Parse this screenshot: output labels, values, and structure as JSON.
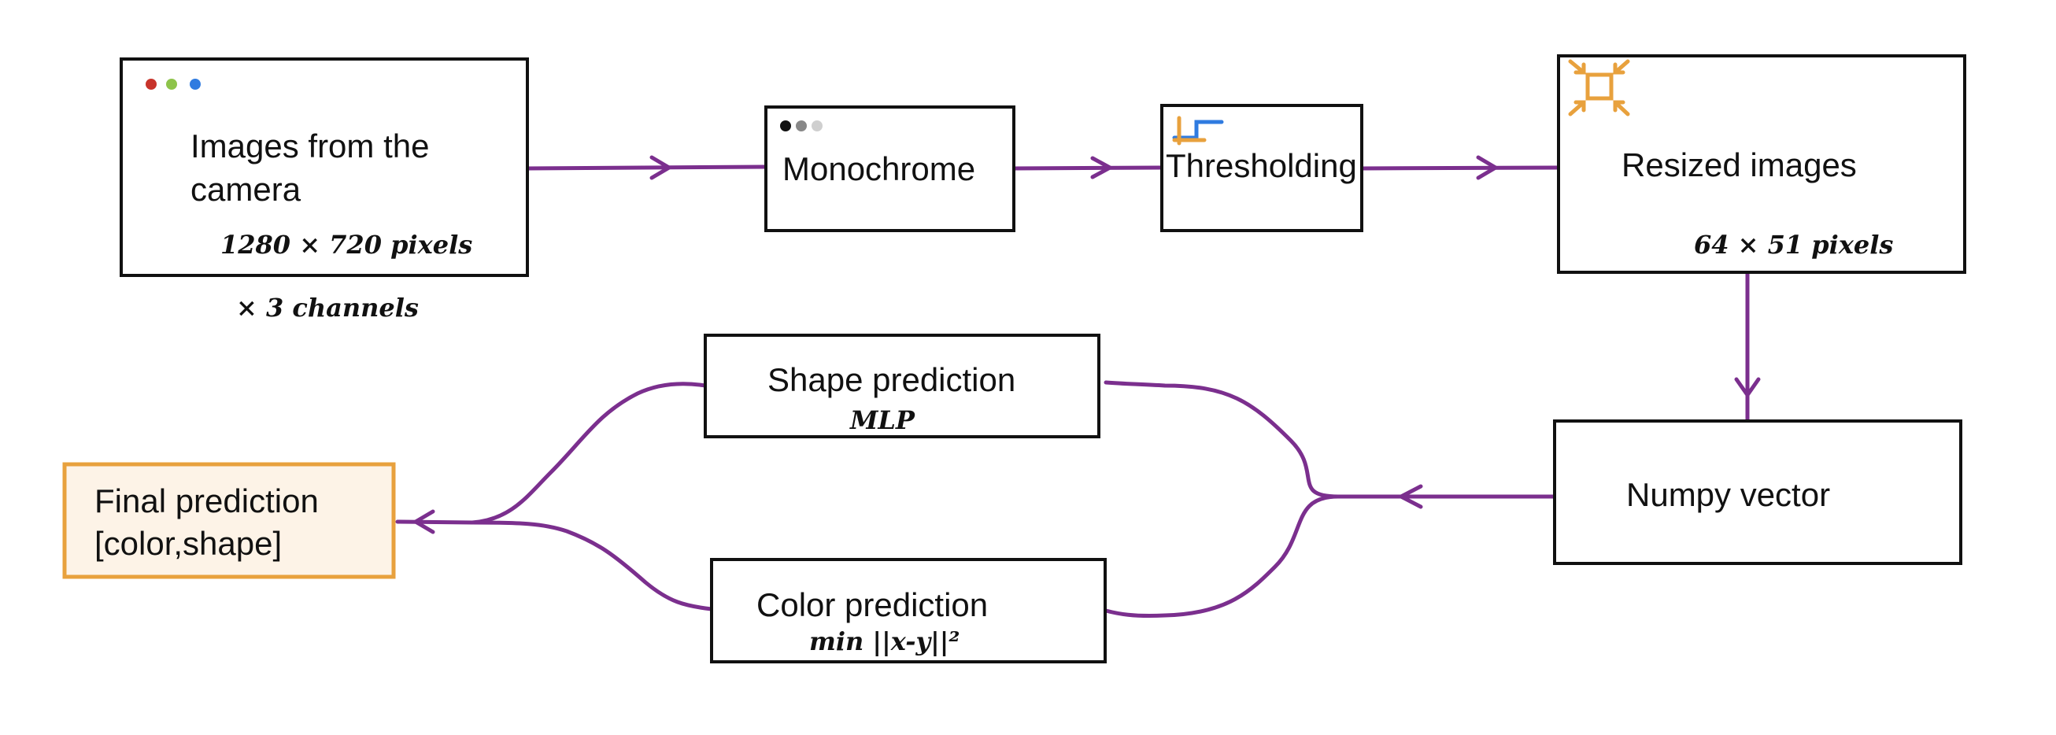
{
  "nodes": {
    "camera": {
      "label_line1": "Images from the",
      "label_line2": "camera",
      "note1": "1280 × 720 pixels",
      "note2": "× 3 channels"
    },
    "monochrome": {
      "label": "Monochrome"
    },
    "thresholding": {
      "label": "Thresholding"
    },
    "resized": {
      "label": "Resized images",
      "note": "64 × 51 pixels"
    },
    "numpy": {
      "label": "Numpy vector"
    },
    "shape": {
      "label": "Shape prediction",
      "note": "MLP"
    },
    "color": {
      "label": "Color prediction",
      "note": "min ||x-y||²"
    },
    "final": {
      "label_line1": "Final prediction",
      "label_line2": "[color,shape]"
    }
  },
  "colors": {
    "edge": "#7b2f8e",
    "final_border": "#e8a13d",
    "final_fill": "#fdf3e7",
    "dot_red": "#c8342b",
    "dot_green": "#8ec44b",
    "dot_blue": "#2f7be0",
    "threshold_blue": "#2f7be0",
    "threshold_orange": "#e8a13d",
    "resize_icon": "#e8a13d"
  },
  "icons": {
    "camera": "window-dots-icon",
    "monochrome": "gray-dots-icon",
    "thresholding": "step-function-icon",
    "resized": "resize-arrows-icon"
  }
}
